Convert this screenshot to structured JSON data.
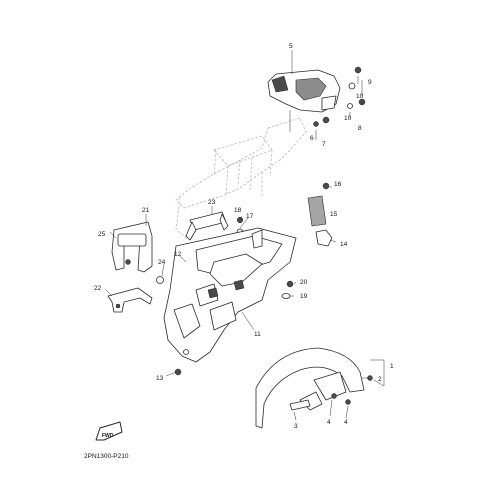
{
  "diagram": {
    "part_code": "2PN1300-P210",
    "fwd_label": "FWD",
    "callouts": [
      {
        "id": "c1",
        "label": "1"
      },
      {
        "id": "c2",
        "label": "2"
      },
      {
        "id": "c3",
        "label": "3"
      },
      {
        "id": "c4a",
        "label": "4"
      },
      {
        "id": "c4b",
        "label": "4"
      },
      {
        "id": "c5",
        "label": "5"
      },
      {
        "id": "c6",
        "label": "6"
      },
      {
        "id": "c7",
        "label": "7"
      },
      {
        "id": "c8",
        "label": "8"
      },
      {
        "id": "c9",
        "label": "9"
      },
      {
        "id": "c10a",
        "label": "10"
      },
      {
        "id": "c10b",
        "label": "10"
      },
      {
        "id": "c11",
        "label": "11"
      },
      {
        "id": "c12",
        "label": "12"
      },
      {
        "id": "c13",
        "label": "13"
      },
      {
        "id": "c14",
        "label": "14"
      },
      {
        "id": "c15",
        "label": "15"
      },
      {
        "id": "c16",
        "label": "16"
      },
      {
        "id": "c17",
        "label": "17"
      },
      {
        "id": "c18",
        "label": "18"
      },
      {
        "id": "c19",
        "label": "19"
      },
      {
        "id": "c20",
        "label": "20"
      },
      {
        "id": "c21",
        "label": "21"
      },
      {
        "id": "c22",
        "label": "22"
      },
      {
        "id": "c23",
        "label": "23"
      },
      {
        "id": "c24",
        "label": "24"
      },
      {
        "id": "c25",
        "label": "25"
      }
    ]
  }
}
